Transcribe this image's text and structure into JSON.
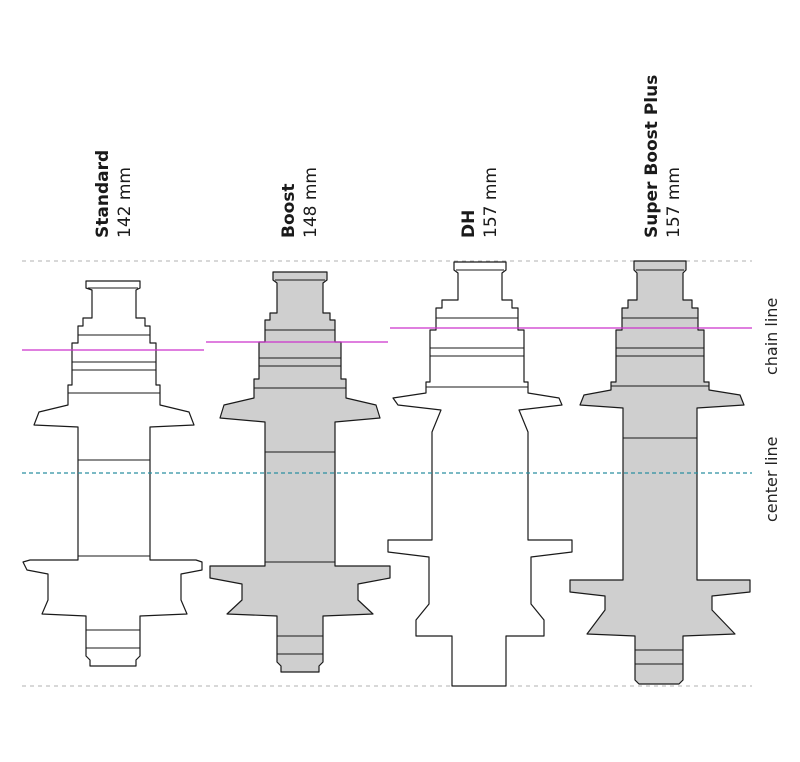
{
  "colors": {
    "chain_line": "#cc33cc",
    "center_line": "#2a8fa0",
    "boundary_line": "#b0b0b0",
    "outline": "#1a1a1a",
    "fill_plain": "#ffffff",
    "fill_shaded": "#cfcfcf"
  },
  "hubs": [
    {
      "name": "Standard",
      "size": "142 mm",
      "shaded": false
    },
    {
      "name": "Boost",
      "size": "148 mm",
      "shaded": true
    },
    {
      "name": "DH",
      "size": "157 mm",
      "shaded": false
    },
    {
      "name": "Super Boost Plus",
      "size": "157 mm",
      "shaded": true
    }
  ],
  "labels": {
    "chain_line": "chain line",
    "center_line": "center line"
  }
}
